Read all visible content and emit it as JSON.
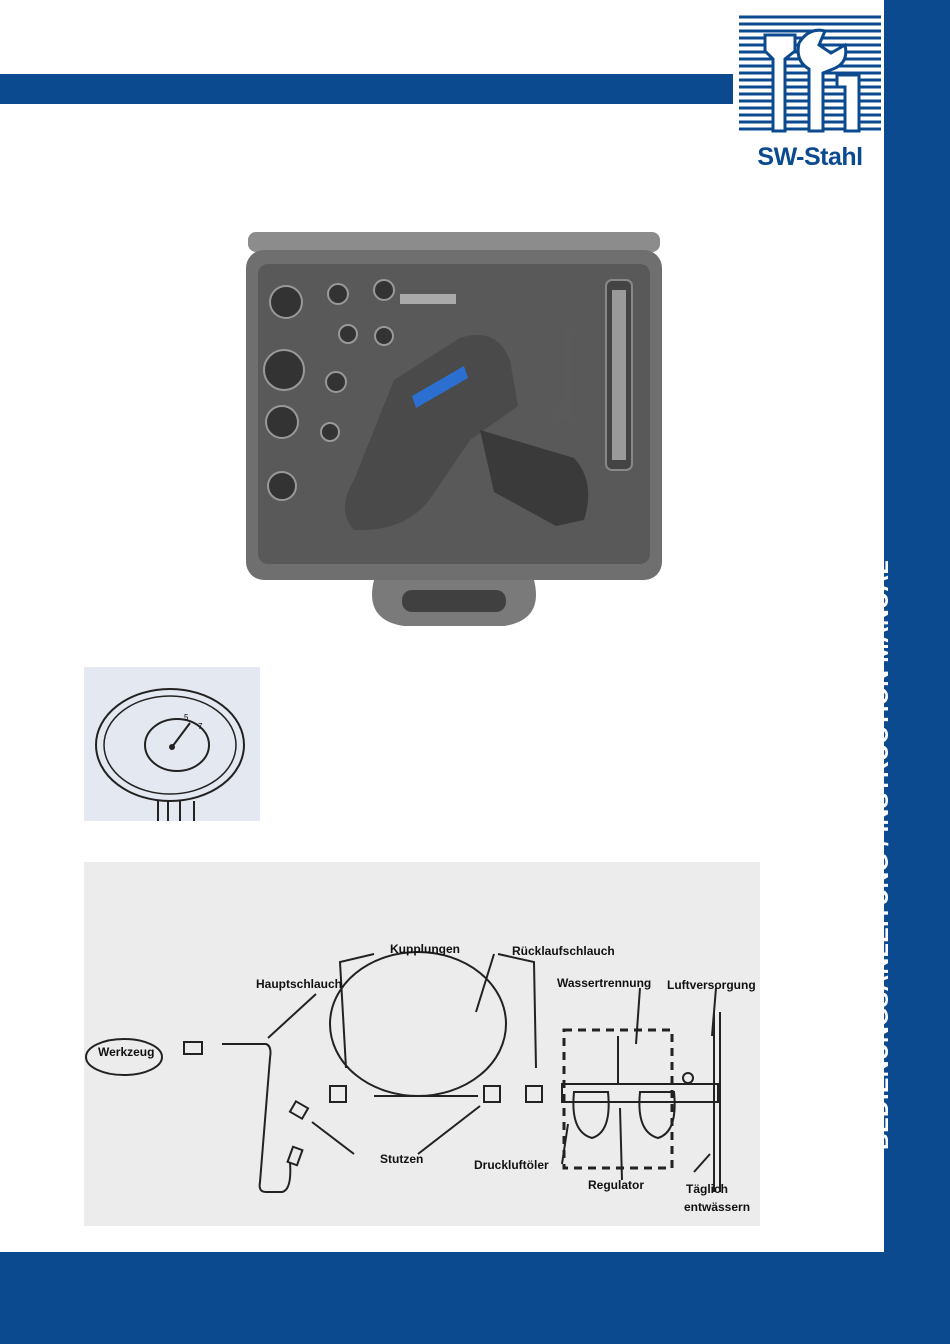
{
  "brand": {
    "name": "SW-Stahl"
  },
  "sidebar": {
    "title": "BEDIENUNGSANLEITUNG / INSTRUCTION MANUAL"
  },
  "diagram": {
    "labels": {
      "kupplungen": "Kupplungen",
      "ruecklaufschlauch": "Rücklaufschlauch",
      "hauptschlauch": "Hauptschlauch",
      "wassertrennung": "Wassertrennung",
      "luftversorgung": "Luftversorgung",
      "werkzeug": "Werkzeug",
      "stutzen": "Stutzen",
      "druckluftoeler": "Druckluftöler",
      "regulator": "Regulator",
      "taeglich": "Täglich",
      "entwaessern": "entwässern"
    }
  },
  "gauge": {
    "scale_labels": [
      "5",
      "7"
    ]
  },
  "colors": {
    "brand_blue": "#0b4a8f"
  }
}
